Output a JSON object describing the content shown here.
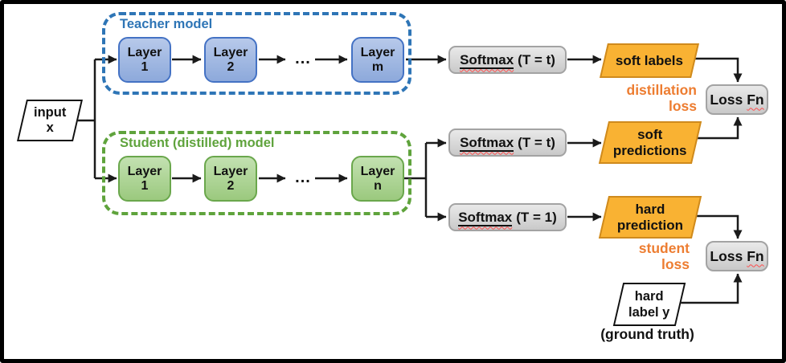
{
  "diagram": {
    "input": {
      "line1": "input",
      "line2": "x"
    },
    "teacher": {
      "title": "Teacher model",
      "layers": [
        {
          "line1": "Layer",
          "line2": "1"
        },
        {
          "line1": "Layer",
          "line2": "2"
        },
        {
          "line1": "Layer",
          "line2": "m"
        }
      ],
      "dots": "..."
    },
    "student": {
      "title": "Student (distilled) model",
      "layers": [
        {
          "line1": "Layer",
          "line2": "1"
        },
        {
          "line1": "Layer",
          "line2": "2"
        },
        {
          "line1": "Layer",
          "line2": "n"
        }
      ],
      "dots": "..."
    },
    "softmax": [
      {
        "word": "Softmax",
        "rest": "(T = t)"
      },
      {
        "word": "Softmax",
        "rest": "(T = t)"
      },
      {
        "word": "Softmax",
        "rest": "(T = 1)"
      }
    ],
    "outputs": {
      "soft_labels": "soft labels",
      "soft_predictions": {
        "line1": "soft",
        "line2": "predictions"
      },
      "hard_prediction": {
        "line1": "hard",
        "line2": "prediction"
      }
    },
    "losses": {
      "distillation": {
        "line1": "distillation",
        "line2": "loss"
      },
      "student": {
        "line1": "student",
        "line2": "loss"
      },
      "loss_fn_top": {
        "word1": "Loss",
        "word2": "Fn"
      },
      "loss_fn_bottom": {
        "word1": "Loss",
        "word2": "Fn"
      }
    },
    "ground_truth": {
      "label": {
        "line1": "hard",
        "line2": "label y"
      },
      "caption": "(ground truth)"
    },
    "colors": {
      "teacher_blue": "#2E75B6",
      "teacher_layer_fill": "#8FAADC",
      "teacher_layer_border": "#4472C4",
      "student_green": "#5FA33C",
      "student_layer_fill": "#A9D18E",
      "student_layer_border": "#6AA74C",
      "softmax_gray_fill": "#D6D6D6",
      "softmax_gray_border": "#A3A3A3",
      "output_orange_fill": "#F9B233",
      "output_orange_border": "#CF8A1D",
      "loss_text_orange": "#ED7D31",
      "connector_black": "#1A1A1A",
      "spellcheck_red": "#FF4D4D"
    }
  }
}
